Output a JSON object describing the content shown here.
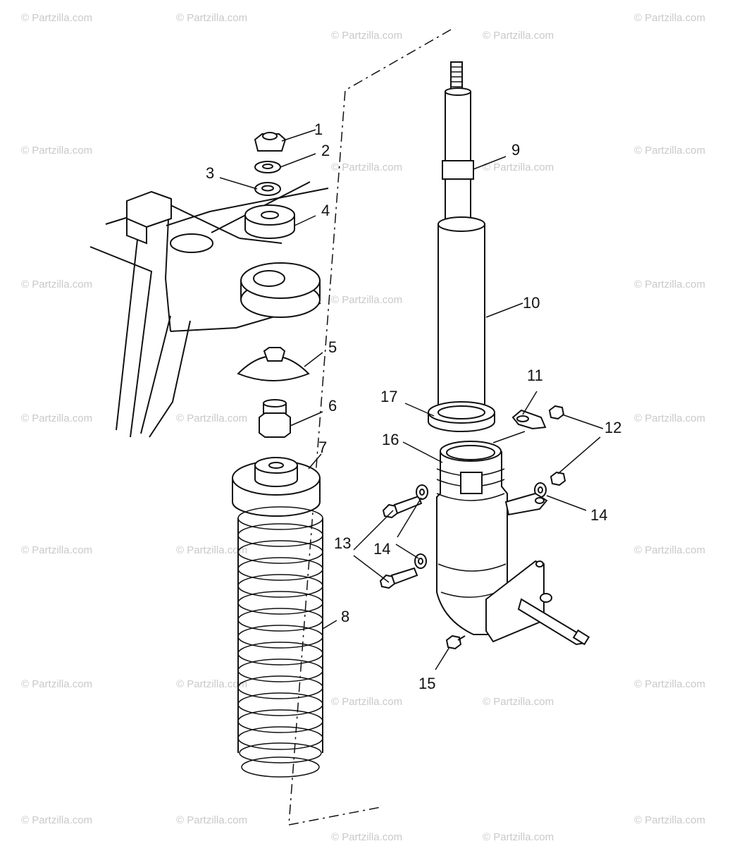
{
  "watermark": "© Partzilla.com",
  "callouts": {
    "c1": "1",
    "c2": "2",
    "c3": "3",
    "c4": "4",
    "c5": "5",
    "c6": "6",
    "c7": "7",
    "c8": "8",
    "c9": "9",
    "c10": "10",
    "c11": "11",
    "c12": "12",
    "c13": "13",
    "c14a": "14",
    "c14b": "14",
    "c15": "15",
    "c16": "16",
    "c17": "17"
  }
}
